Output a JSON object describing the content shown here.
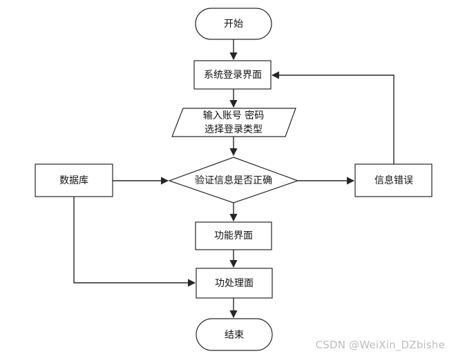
{
  "nodes": {
    "start": "开始",
    "login": "系统登录界面",
    "input_line1": "输入账号 密码",
    "input_line2": "选择登录类型",
    "database": "数据库",
    "verify": "验证信息是否正确",
    "error": "信息错误",
    "function_ui": "功能界面",
    "process": "功处理面",
    "end": "结束"
  },
  "watermark": "CSDN @WeiXin_DZbishe"
}
